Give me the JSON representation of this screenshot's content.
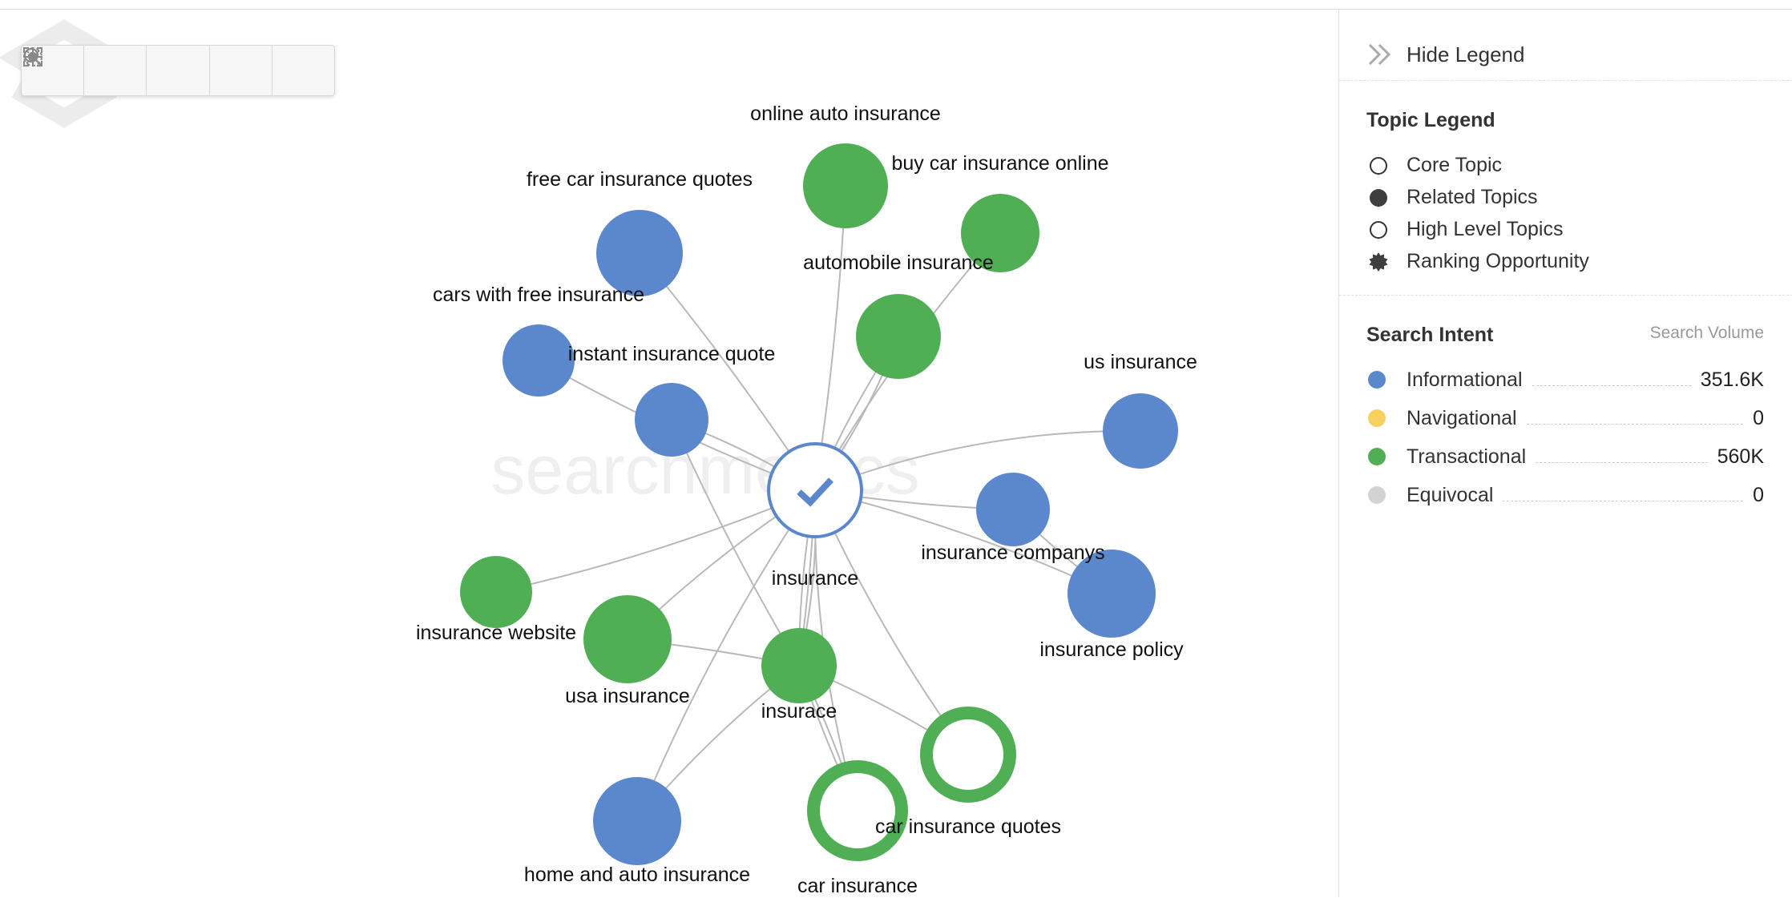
{
  "toolbar": {
    "buttons": [
      {
        "icon": "fit-screen-icon"
      },
      {
        "icon": "zoom-in-icon"
      },
      {
        "icon": "zoom-out-icon"
      },
      {
        "icon": "center-icon"
      },
      {
        "icon": "focus-icon"
      }
    ]
  },
  "watermark": {
    "text": "searchmetrics"
  },
  "graph": {
    "colors": {
      "informational": "#5b87cc",
      "transactional": "#50ae55",
      "edge": "#b9b9b9"
    },
    "core": {
      "label": "insurance"
    },
    "nodes": [
      {
        "label": "online auto insurance",
        "intent": "transactional"
      },
      {
        "label": "buy car insurance online",
        "intent": "transactional"
      },
      {
        "label": "free car insurance quotes",
        "intent": "informational"
      },
      {
        "label": "automobile insurance",
        "intent": "transactional"
      },
      {
        "label": "cars with free insurance",
        "intent": "informational"
      },
      {
        "label": "instant insurance quote",
        "intent": "informational"
      },
      {
        "label": "us insurance",
        "intent": "informational"
      },
      {
        "label": "insurance companys",
        "intent": "informational"
      },
      {
        "label": "insurance policy",
        "intent": "informational"
      },
      {
        "label": "insurance website",
        "intent": "transactional"
      },
      {
        "label": "usa insurance",
        "intent": "transactional"
      },
      {
        "label": "insurace",
        "intent": "transactional"
      },
      {
        "label": "car insurance quotes",
        "intent": "transactional",
        "ring": true
      },
      {
        "label": "car insurance",
        "intent": "transactional",
        "ring": true
      },
      {
        "label": "home and auto insurance",
        "intent": "informational"
      }
    ]
  },
  "legend": {
    "hide_label": "Hide Legend",
    "topic_title": "Topic Legend",
    "topics": [
      {
        "label": "Core Topic",
        "style": "outline"
      },
      {
        "label": "Related Topics",
        "style": "filled"
      },
      {
        "label": "High Level Topics",
        "style": "outline"
      },
      {
        "label": "Ranking Opportunity",
        "style": "badge"
      }
    ],
    "intent_title": "Search Intent",
    "volume_header": "Search Volume",
    "intents": [
      {
        "label": "Informational",
        "value": "351.6K",
        "color": "#5b87cc"
      },
      {
        "label": "Navigational",
        "value": "0",
        "color": "#f7d060"
      },
      {
        "label": "Transactional",
        "value": "560K",
        "color": "#50ae55"
      },
      {
        "label": "Equivocal",
        "value": "0",
        "color": "#d3d3d3"
      }
    ]
  }
}
